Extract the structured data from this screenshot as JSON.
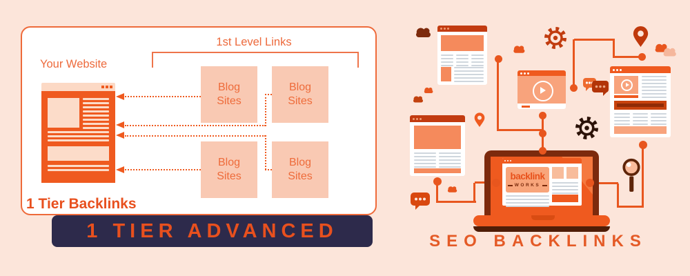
{
  "colors": {
    "background": "#fce5da",
    "accent_orange": "#ef5a1f",
    "label_orange": "#ed6a3c",
    "salmon_light": "#f9c9b3",
    "salmon_mid": "#f58a5c",
    "dark_red": "#c23b10",
    "dark_brown": "#7c2a0d",
    "navy_banner": "#2d2a4b",
    "banner_text": "#e8501e"
  },
  "left_panel": {
    "website_label": "Your Website",
    "bracket_label": "1st Level Links",
    "blog_sites": [
      "Blog Sites",
      "Blog Sites",
      "Blog Sites",
      "Blog Sites"
    ],
    "caption": "1 Tier Backlinks",
    "banner_title": "1 TIER ADVANCED"
  },
  "right_panel": {
    "laptop_logo": {
      "line1": "backlink",
      "line2": "WORKS"
    },
    "caption": "SEO BACKLINKS",
    "icons": [
      "cloud",
      "browser-window",
      "gear",
      "location-pin",
      "video-player",
      "chat-bubble",
      "magnifier",
      "laptop",
      "play-button",
      "connector-dot"
    ]
  }
}
